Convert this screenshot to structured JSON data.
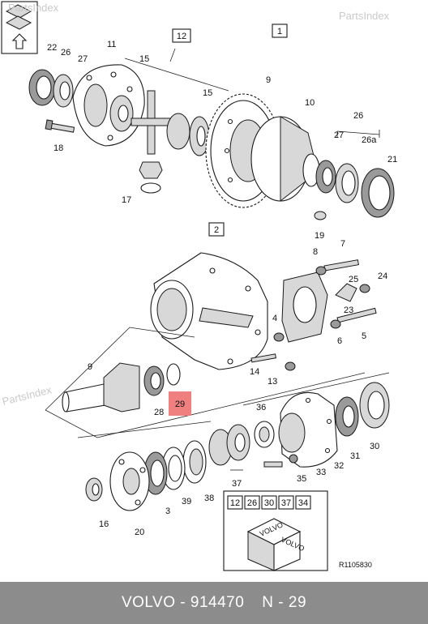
{
  "watermarks": [
    "PartsIndex",
    "PartsIndex",
    "PartsIndex"
  ],
  "group_labels": [
    "12",
    "1",
    "2"
  ],
  "callouts": {
    "n22": "22",
    "n26a": "26",
    "n27a": "27",
    "n11": "11",
    "n15a": "15",
    "n18": "18",
    "n15b": "15",
    "n9a": "9",
    "n10": "10",
    "n17": "17",
    "n19": "19",
    "n26b": "26",
    "n27b": "27",
    "n26c": "26a",
    "n21": "21",
    "n8": "8",
    "n7": "7",
    "n25": "25",
    "n24": "24",
    "n23": "23",
    "n4": "4",
    "n6": "6",
    "n5": "5",
    "n14": "14",
    "n13": "13",
    "n9b": "9",
    "n28": "28",
    "n36": "36",
    "n31": "31",
    "n32": "32",
    "n33": "33",
    "n30": "30",
    "n35": "35",
    "n37": "37",
    "n38": "38",
    "n39": "39",
    "n3": "3",
    "n20": "20",
    "n16": "16"
  },
  "highlight": {
    "label": "29",
    "color": "#f08080"
  },
  "kit": {
    "items": [
      "12",
      "26",
      "30",
      "37",
      "34"
    ],
    "brand": "VOLVO"
  },
  "ref_code": "R1105830",
  "footer": {
    "brand": "VOLVO",
    "separator": "-",
    "part_number": "914470",
    "position": "N - 29"
  }
}
